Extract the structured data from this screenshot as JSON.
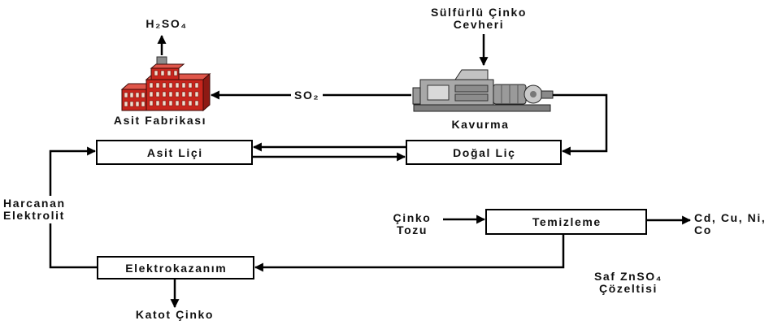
{
  "diagram": {
    "acid_plant": {
      "label": "Asit Fabrikası",
      "icon": "factory-icon"
    },
    "roasting": {
      "label": "Kavurma",
      "icon": "roaster-machine-icon"
    },
    "acid_leach": {
      "label": "Asit Liçi"
    },
    "neutral_leach": {
      "label": "Doğal Liç"
    },
    "purification": {
      "label": "Temizleme"
    },
    "electrowinning": {
      "label": "Elektrokazanım"
    },
    "streams": {
      "sulfuric_acid": "H₂SO₄",
      "ore": [
        "Sülfürlü Çinko",
        "Cevheri"
      ],
      "sulfur_dioxide": "SO₂",
      "spent_electrolyte": [
        "Harcanan",
        "Elektrolit"
      ],
      "zinc_dust": [
        "Çinko",
        "Tozu"
      ],
      "impurities": [
        "Cd, Cu, Ni,",
        "Co"
      ],
      "pure_solution": [
        "Saf ZnSO₄",
        "Çözeltisi"
      ],
      "cathode_zinc": "Katot Çinko"
    }
  },
  "colors": {
    "line": "#000000",
    "box_border": "#000000",
    "factory_red": "#c9261d",
    "machine_gray": "#a8a8a8"
  }
}
